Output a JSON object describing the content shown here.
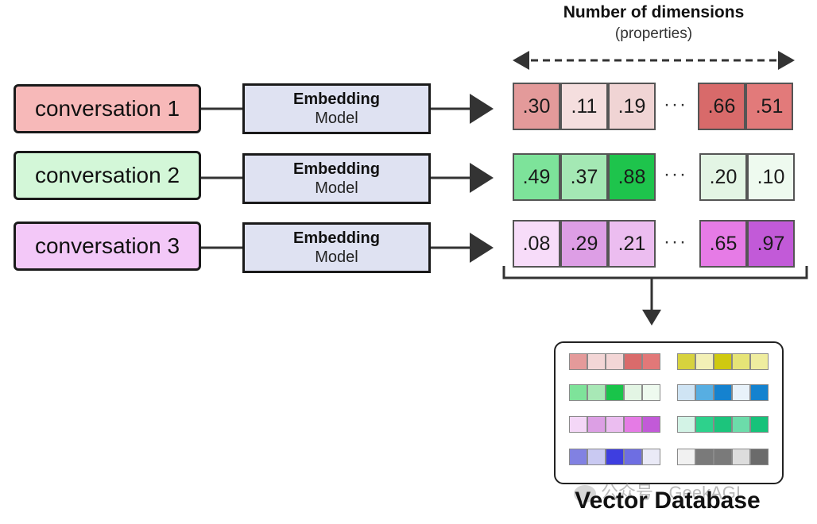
{
  "header": {
    "title": "Number of dimensions",
    "subtitle": "(properties)"
  },
  "rows": [
    {
      "conversation_label": "conversation 1",
      "box_color": "#f7b9b9",
      "model_line1": "Embedding",
      "model_line2": "Model",
      "vector_left": [
        {
          "value": ".30",
          "color": "#e39a9a"
        },
        {
          "value": ".11",
          "color": "#f5dede"
        },
        {
          "value": ".19",
          "color": "#f0d4d4"
        }
      ],
      "vector_right": [
        {
          "value": ".66",
          "color": "#d86a6a"
        },
        {
          "value": ".51",
          "color": "#e27a7a"
        }
      ]
    },
    {
      "conversation_label": "conversation 2",
      "box_color": "#d3f7d8",
      "model_line1": "Embedding",
      "model_line2": "Model",
      "vector_left": [
        {
          "value": ".49",
          "color": "#7de39a"
        },
        {
          "value": ".37",
          "color": "#a4e8b4"
        },
        {
          "value": ".88",
          "color": "#1ec44c"
        }
      ],
      "vector_right": [
        {
          "value": ".20",
          "color": "#e3f5e4"
        },
        {
          "value": ".10",
          "color": "#eefaef"
        }
      ]
    },
    {
      "conversation_label": "conversation 3",
      "box_color": "#f3c8f8",
      "model_line1": "Embedding",
      "model_line2": "Model",
      "vector_left": [
        {
          "value": ".08",
          "color": "#f7dcf9"
        },
        {
          "value": ".29",
          "color": "#dd9ee5"
        },
        {
          "value": ".21",
          "color": "#ecbdf0"
        }
      ],
      "vector_right": [
        {
          "value": ".65",
          "color": "#e67be6"
        },
        {
          "value": ".97",
          "color": "#c25ad8"
        }
      ]
    }
  ],
  "ellipsis": "···",
  "database": {
    "title": "Vector Database",
    "left_groups": [
      [
        "#e49a9a",
        "#f3d6d6",
        "#f3d6d6",
        "#d96b6b",
        "#e27878"
      ],
      [
        "#7ee39a",
        "#a8e8b6",
        "#19c44a",
        "#e3f5e4",
        "#eefaef"
      ],
      [
        "#f4d7f7",
        "#dc9fe4",
        "#ebbdf0",
        "#e57be5",
        "#c25ad8"
      ],
      [
        "#8181e2",
        "#c9c9f2",
        "#3e3ee0",
        "#6e6ee2",
        "#eaeaf7"
      ]
    ],
    "right_groups": [
      [
        "#d7d23e",
        "#f3f0b6",
        "#cfc910",
        "#e6e477",
        "#efed9f"
      ],
      [
        "#cfe4f4",
        "#57aee2",
        "#1582cf",
        "#e8f2fa",
        "#1482cf"
      ],
      [
        "#d3f3e6",
        "#2ed18c",
        "#1cc47c",
        "#6cdcaa",
        "#17c27a"
      ],
      [
        "#f1f1f1",
        "#7a7a7a",
        "#7a7a7a",
        "#dddddd",
        "#6b6b6b"
      ]
    ]
  },
  "watermark": "公众号 · GeekAGI"
}
